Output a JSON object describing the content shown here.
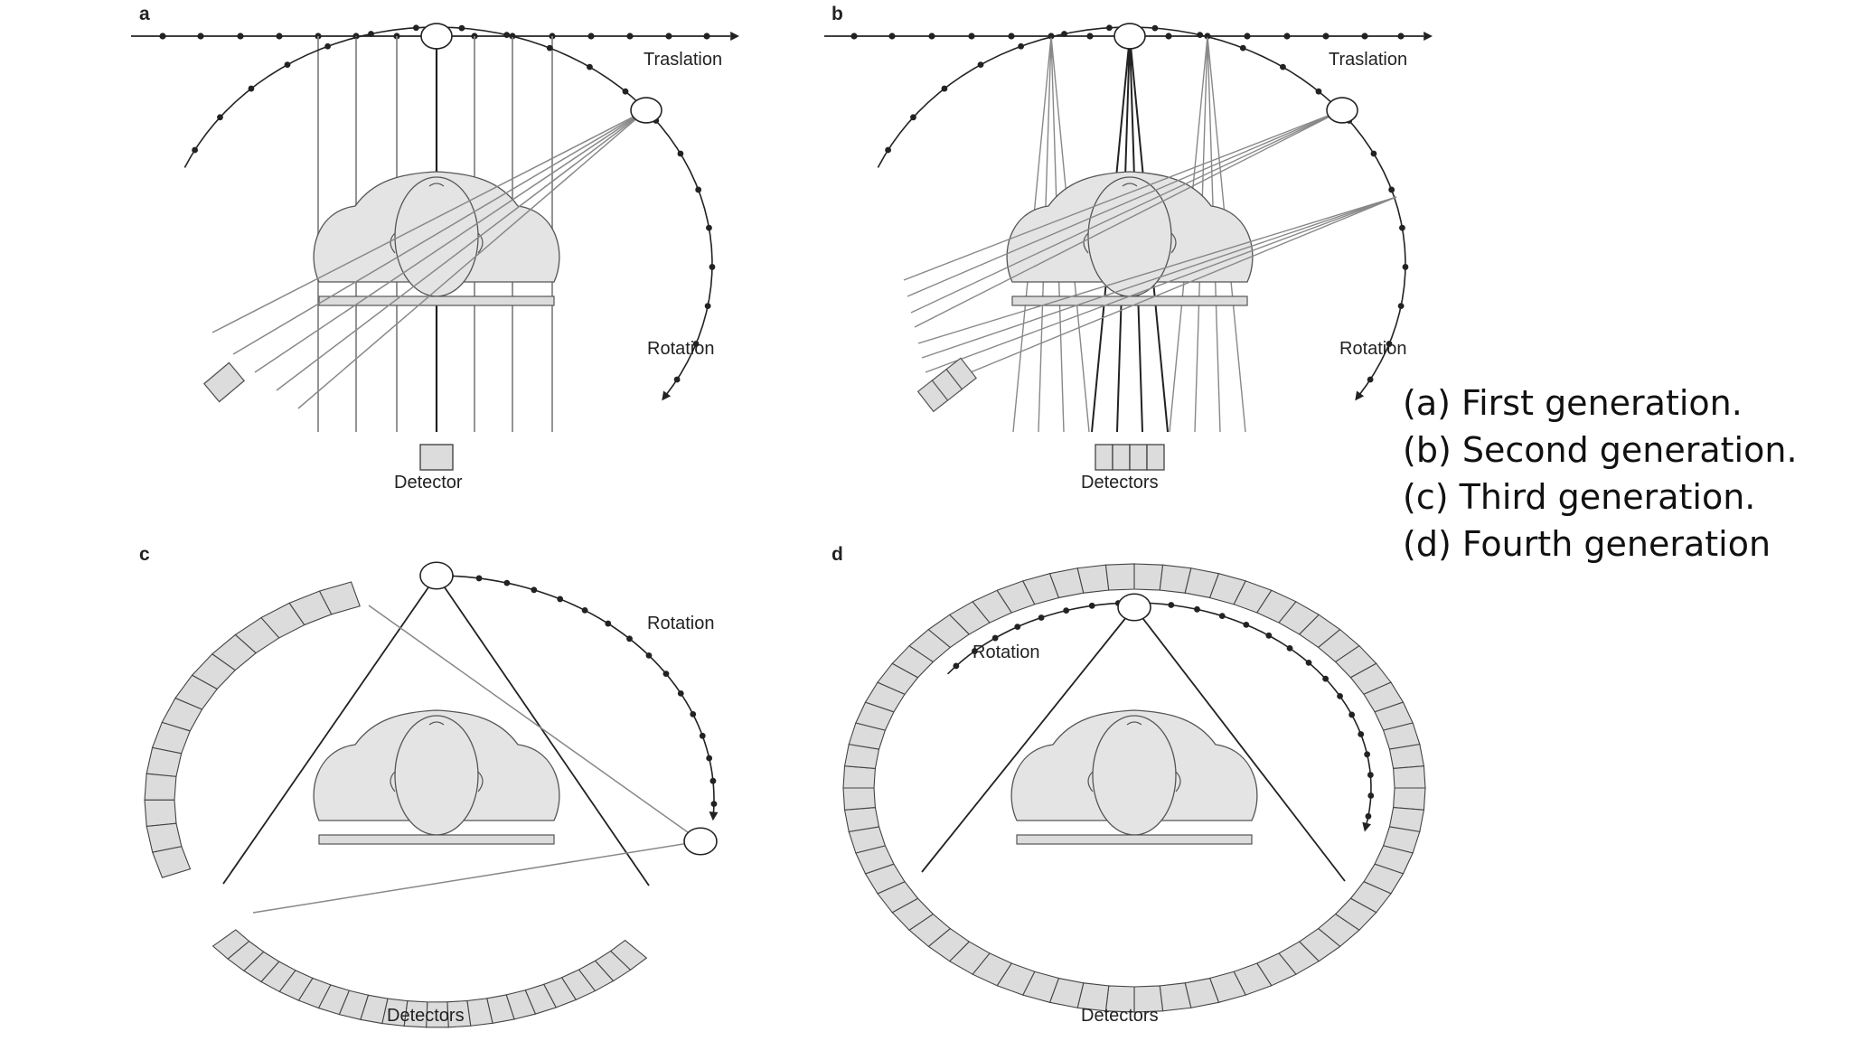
{
  "panels": {
    "a": {
      "letter": "a",
      "translation_label": "Traslation",
      "rotation_label": "Rotation",
      "detector_label": "Detector"
    },
    "b": {
      "letter": "b",
      "translation_label": "Traslation",
      "rotation_label": "Rotation",
      "detector_label": "Detectors"
    },
    "c": {
      "letter": "c",
      "rotation_label": "Rotation",
      "detector_label": "Detectors"
    },
    "d": {
      "letter": "d",
      "rotation_label": "Rotation",
      "detector_label": "Detectors"
    }
  },
  "captions": [
    "(a) First generation.",
    "(b) Second generation.",
    "(c) Third generation.",
    "(d) Fourth generation"
  ],
  "colors": {
    "line": "#222222",
    "beam": "#888888",
    "fill": "#dcdcdc",
    "body_fill": "#e4e4e4"
  }
}
